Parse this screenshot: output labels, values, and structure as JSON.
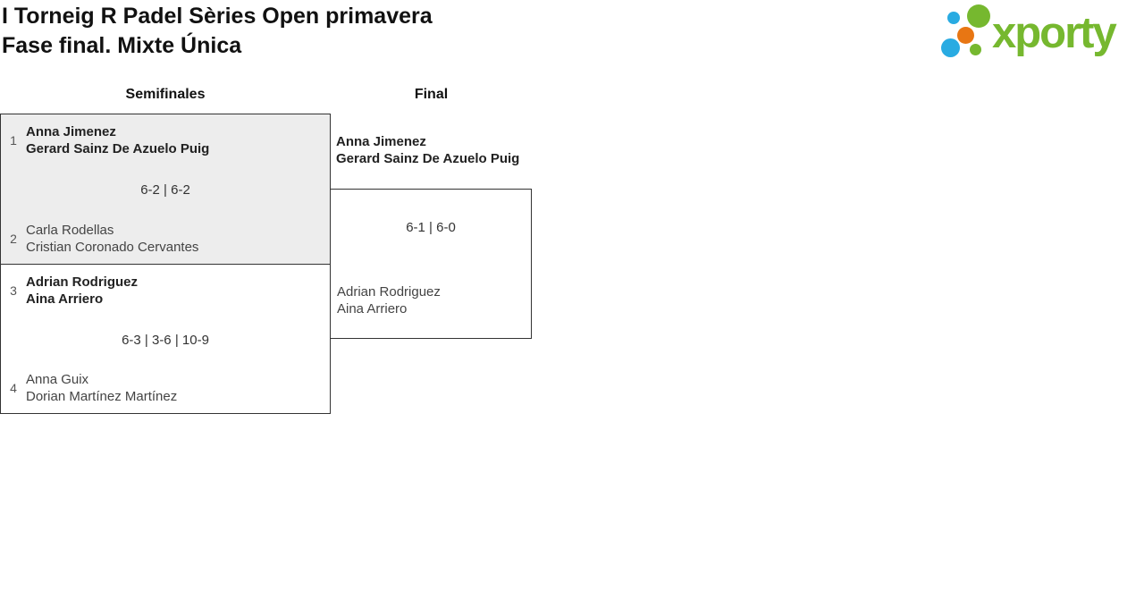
{
  "header": {
    "title_line1": "I Torneig R Padel Sèries Open primavera",
    "title_line2": "Fase final. Mixte Única"
  },
  "logo": {
    "wordmark": "xporty",
    "colors": {
      "green": "#76b82f",
      "blue": "#29abe2",
      "orange": "#e87613"
    }
  },
  "bracket": {
    "rounds": [
      {
        "label": "Semifinales"
      },
      {
        "label": "Final"
      }
    ],
    "semifinals": [
      {
        "team1": {
          "seed": "1",
          "players": [
            "Anna Jimenez",
            "Gerard Sainz De Azuelo Puig"
          ],
          "winner": true
        },
        "score": "6-2 | 6-2",
        "team2": {
          "seed": "2",
          "players": [
            "Carla Rodellas",
            "Cristian Coronado Cervantes"
          ],
          "winner": false
        }
      },
      {
        "team1": {
          "seed": "3",
          "players": [
            "Adrian Rodriguez",
            "Aina Arriero"
          ],
          "winner": true
        },
        "score": "6-3 | 3-6 | 10-9",
        "team2": {
          "seed": "4",
          "players": [
            "Anna Guix",
            "Dorian Martínez Martínez"
          ],
          "winner": false
        }
      }
    ],
    "final": {
      "team1": {
        "players": [
          "Anna Jimenez",
          "Gerard Sainz De Azuelo Puig"
        ],
        "winner": true
      },
      "score": "6-1 | 6-0",
      "team2": {
        "players": [
          "Adrian Rodriguez",
          "Aina Arriero"
        ],
        "winner": false
      }
    }
  }
}
